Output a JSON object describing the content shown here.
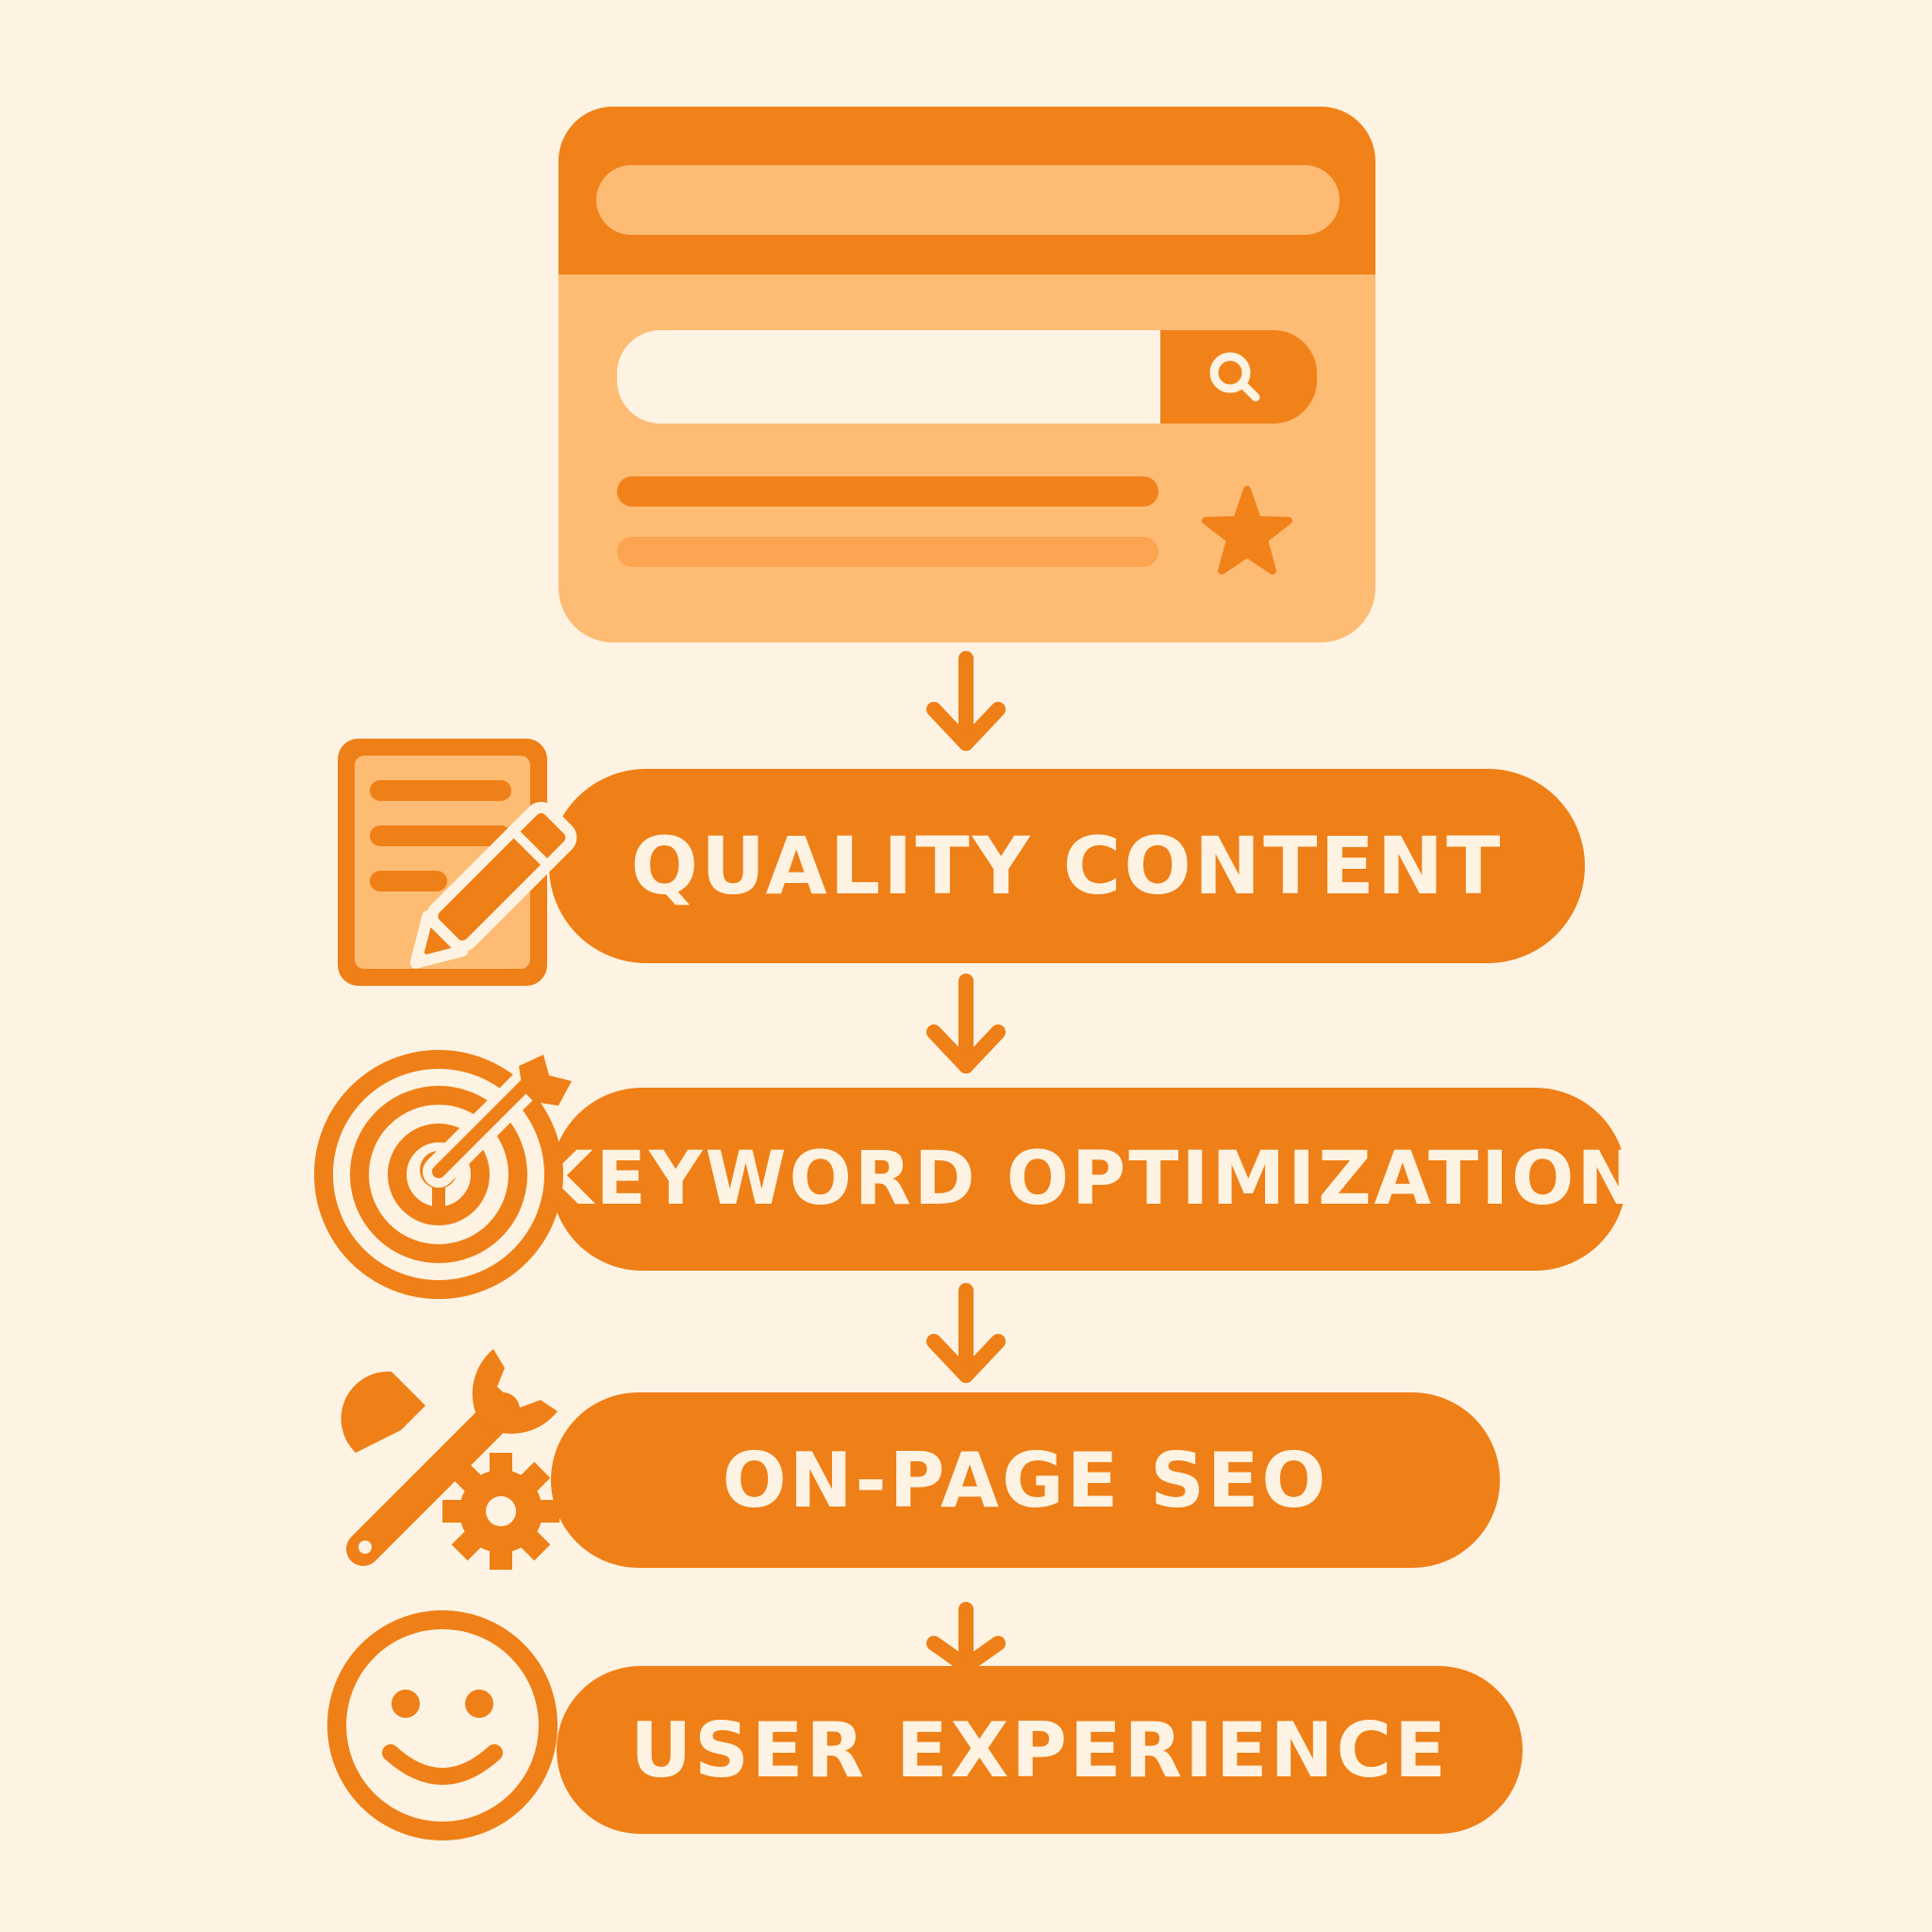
{
  "colors": {
    "background": "#FEF3E2",
    "accent": "#EF7F17",
    "accent_light": "#FDBB74",
    "text_on_accent": "#FEF3E2"
  },
  "illustration": {
    "type": "search-engine-browser-window",
    "icons": [
      "search-icon",
      "star-icon"
    ]
  },
  "steps": [
    {
      "label": "QUALITY CONTENT",
      "icon": "document-pencil-icon"
    },
    {
      "label": "KEYWORD OPTIMIZATION",
      "icon": "target-arrow-icon"
    },
    {
      "label": "ON-PAGE SEO",
      "icon": "wrench-gear-icon"
    },
    {
      "label": "USER EXPERIENCE",
      "icon": "smiley-face-icon"
    }
  ]
}
